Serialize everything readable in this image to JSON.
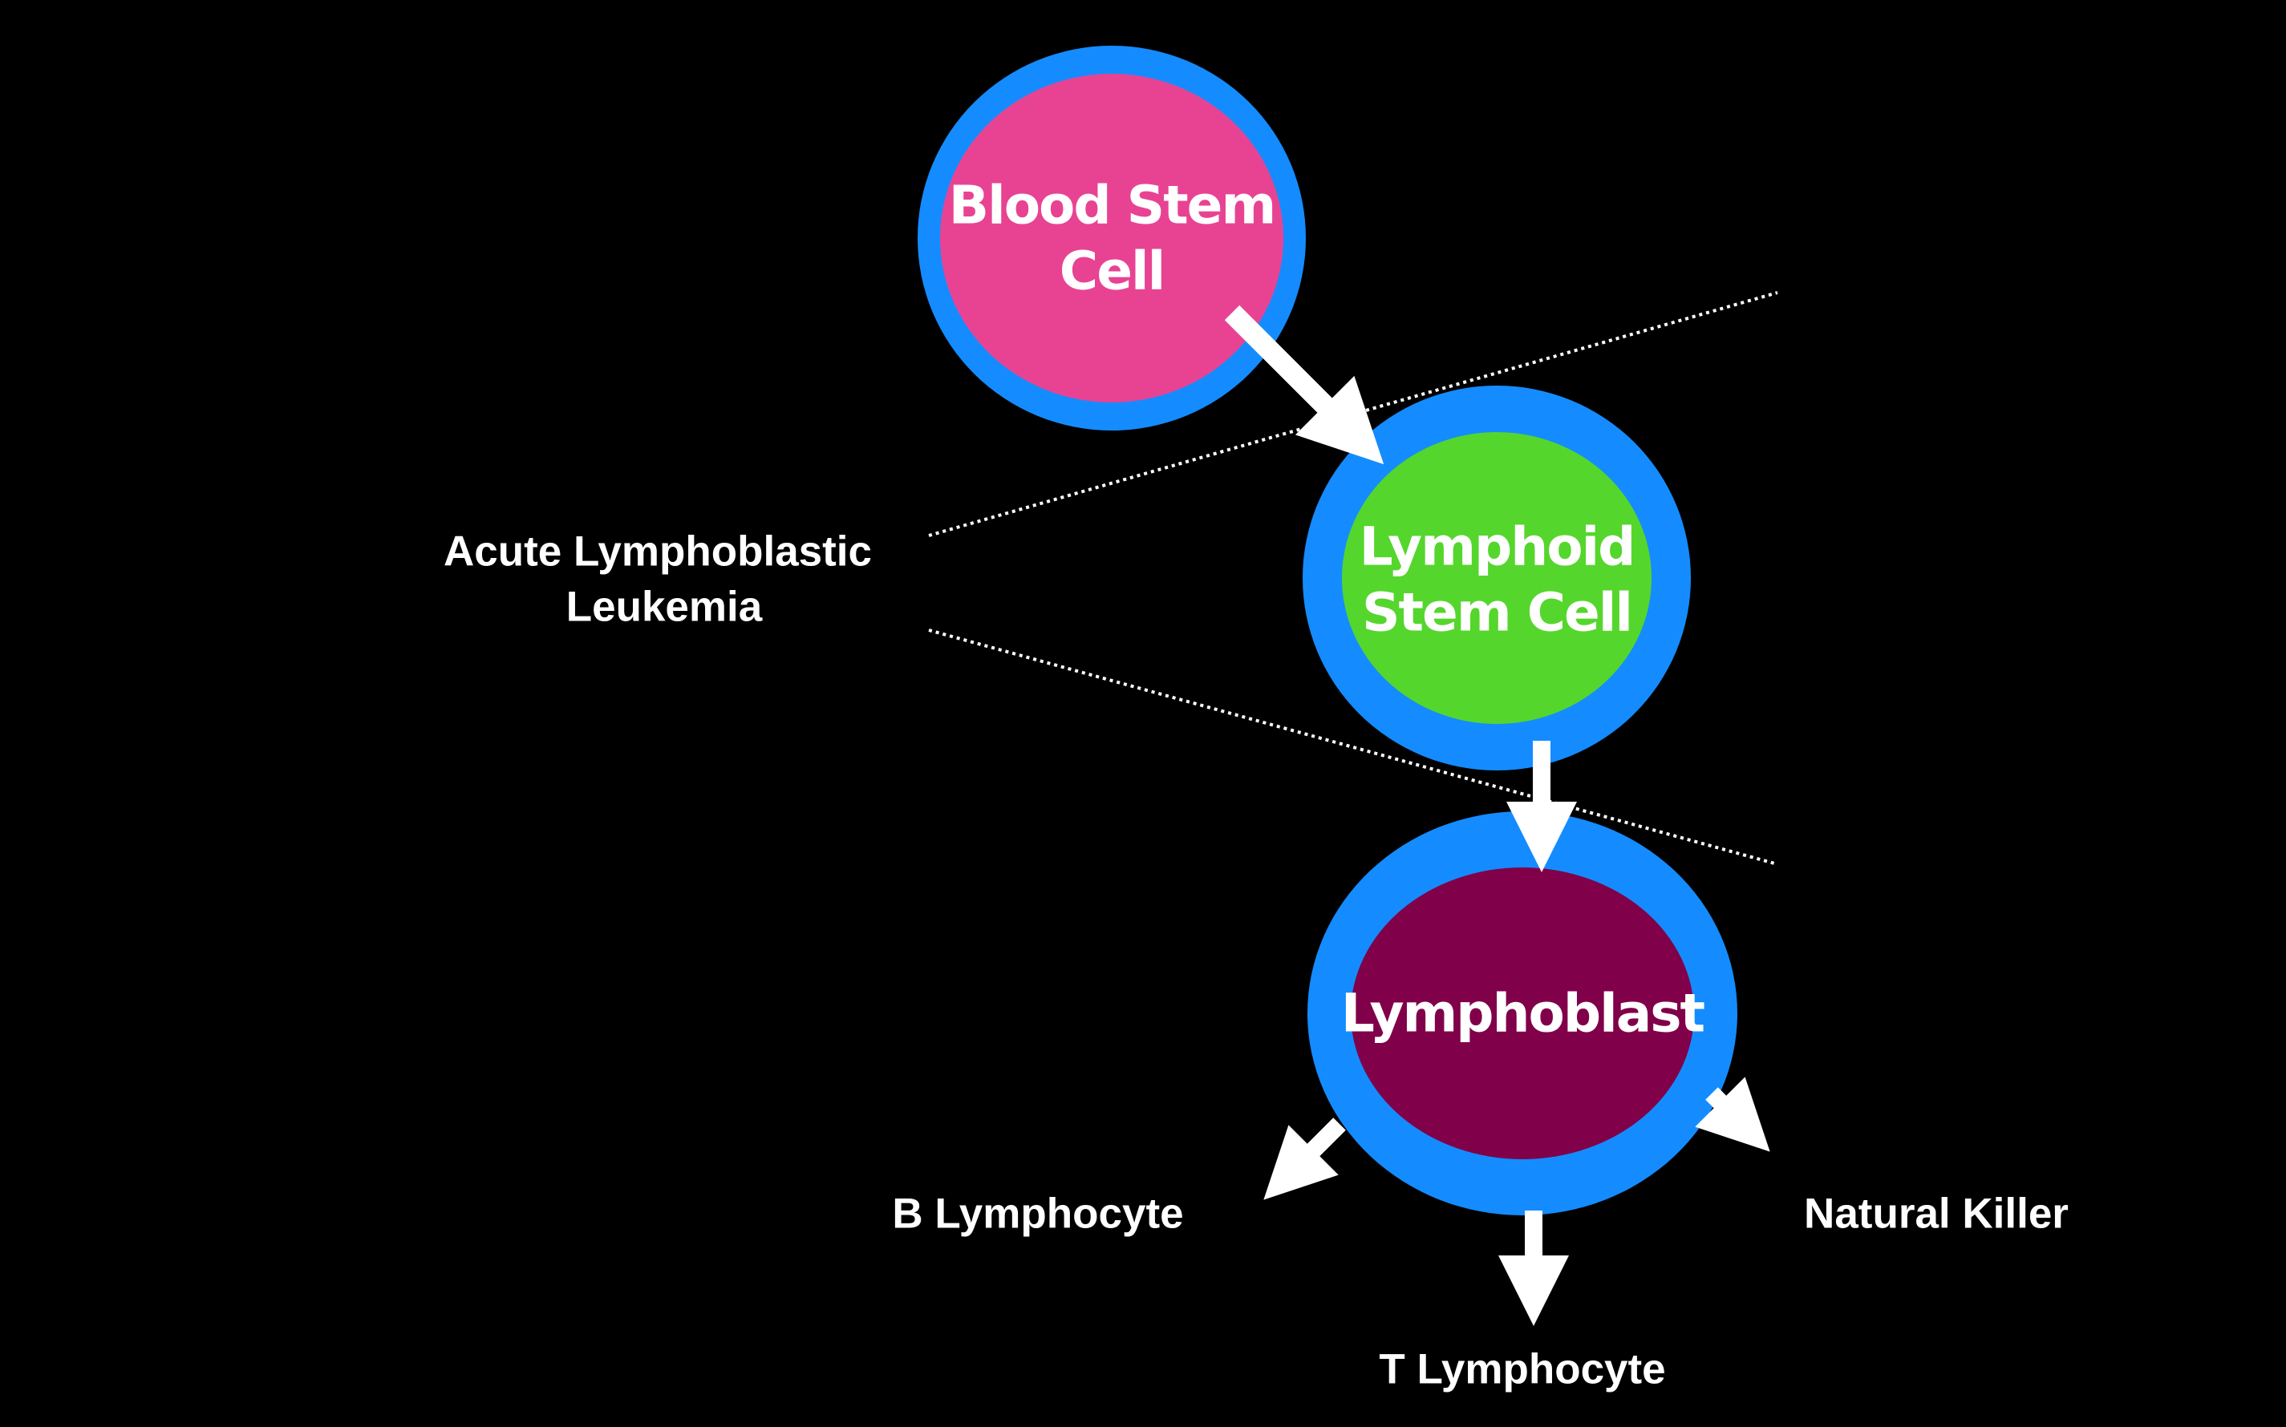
{
  "cells": {
    "blood_stem": {
      "line1": "Blood Stem",
      "line2": "Cell",
      "fill_color": "#e84393",
      "ring_color": "#148cff"
    },
    "lymphoid_stem": {
      "line1": "Lymphoid",
      "line2": "Stem Cell",
      "fill_color": "#55d62d",
      "ring_color": "#148cff"
    },
    "lymphoblast": {
      "line1": "Lymphoblast",
      "fill_color": "#80004a",
      "ring_color": "#148cff"
    }
  },
  "disease_label": {
    "line1": "Acute Lymphoblastic",
    "line2": "Leukemia"
  },
  "outputs": {
    "b_lymphocyte": "B Lymphocyte",
    "t_lymphocyte": "T Lymphocyte",
    "natural_killer": "Natural Killer"
  },
  "colors": {
    "background": "#000000",
    "arrow": "#ffffff",
    "text": "#ffffff",
    "guide_line": "#ffffff"
  }
}
